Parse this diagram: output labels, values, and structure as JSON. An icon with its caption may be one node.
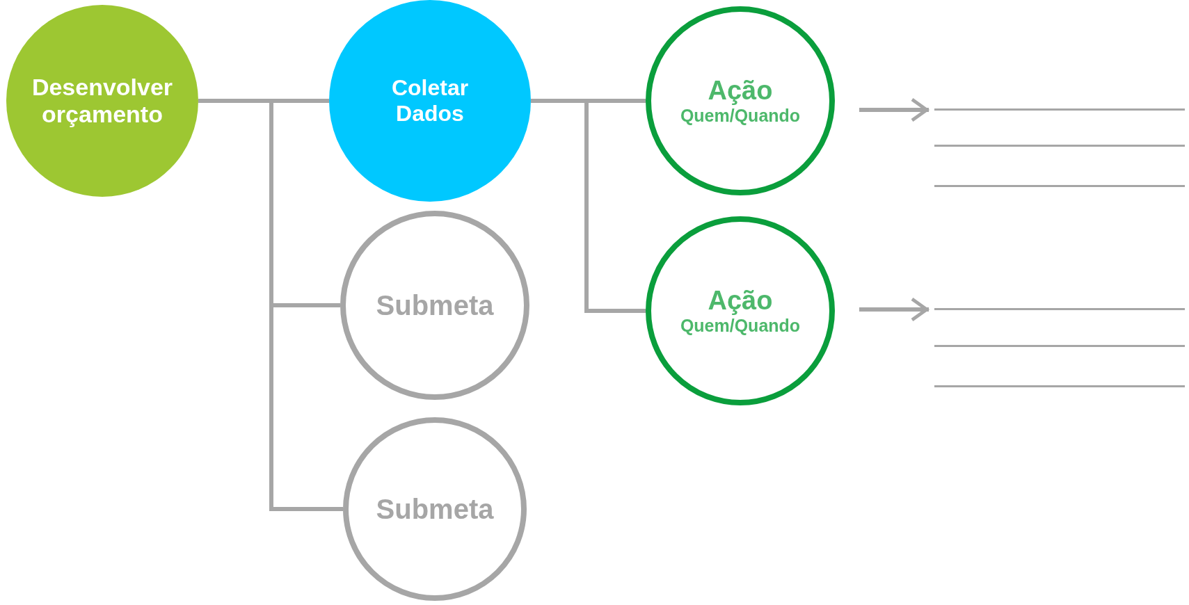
{
  "diagram": {
    "nodes": [
      {
        "text": [
          "Desenvolver orçamento"
        ]
      },
      {
        "text": [
          "Coletar Dados"
        ]
      },
      {
        "text": [
          "Submeta"
        ]
      },
      {
        "text": [
          "Submeta"
        ]
      },
      {
        "text": [
          "Ação",
          "Quem/Quando"
        ]
      },
      {
        "text": [
          "Ação",
          "Quem/Quando"
        ]
      },
      {
        "text": [],
        "shape": "lines"
      },
      {
        "text": [],
        "shape": "lines"
      }
    ],
    "edges": [
      {
        "from": 0,
        "to": 1,
        "arrow": "none"
      },
      {
        "from": 0,
        "to": 2,
        "arrow": "none"
      },
      {
        "from": 0,
        "to": 3,
        "arrow": "none"
      },
      {
        "from": 1,
        "to": 4,
        "arrow": "none"
      },
      {
        "from": 1,
        "to": 5,
        "arrow": "none"
      },
      {
        "from": null,
        "to": 6,
        "arrow": "to"
      },
      {
        "from": null,
        "to": 7,
        "arrow": "to"
      }
    ]
  }
}
